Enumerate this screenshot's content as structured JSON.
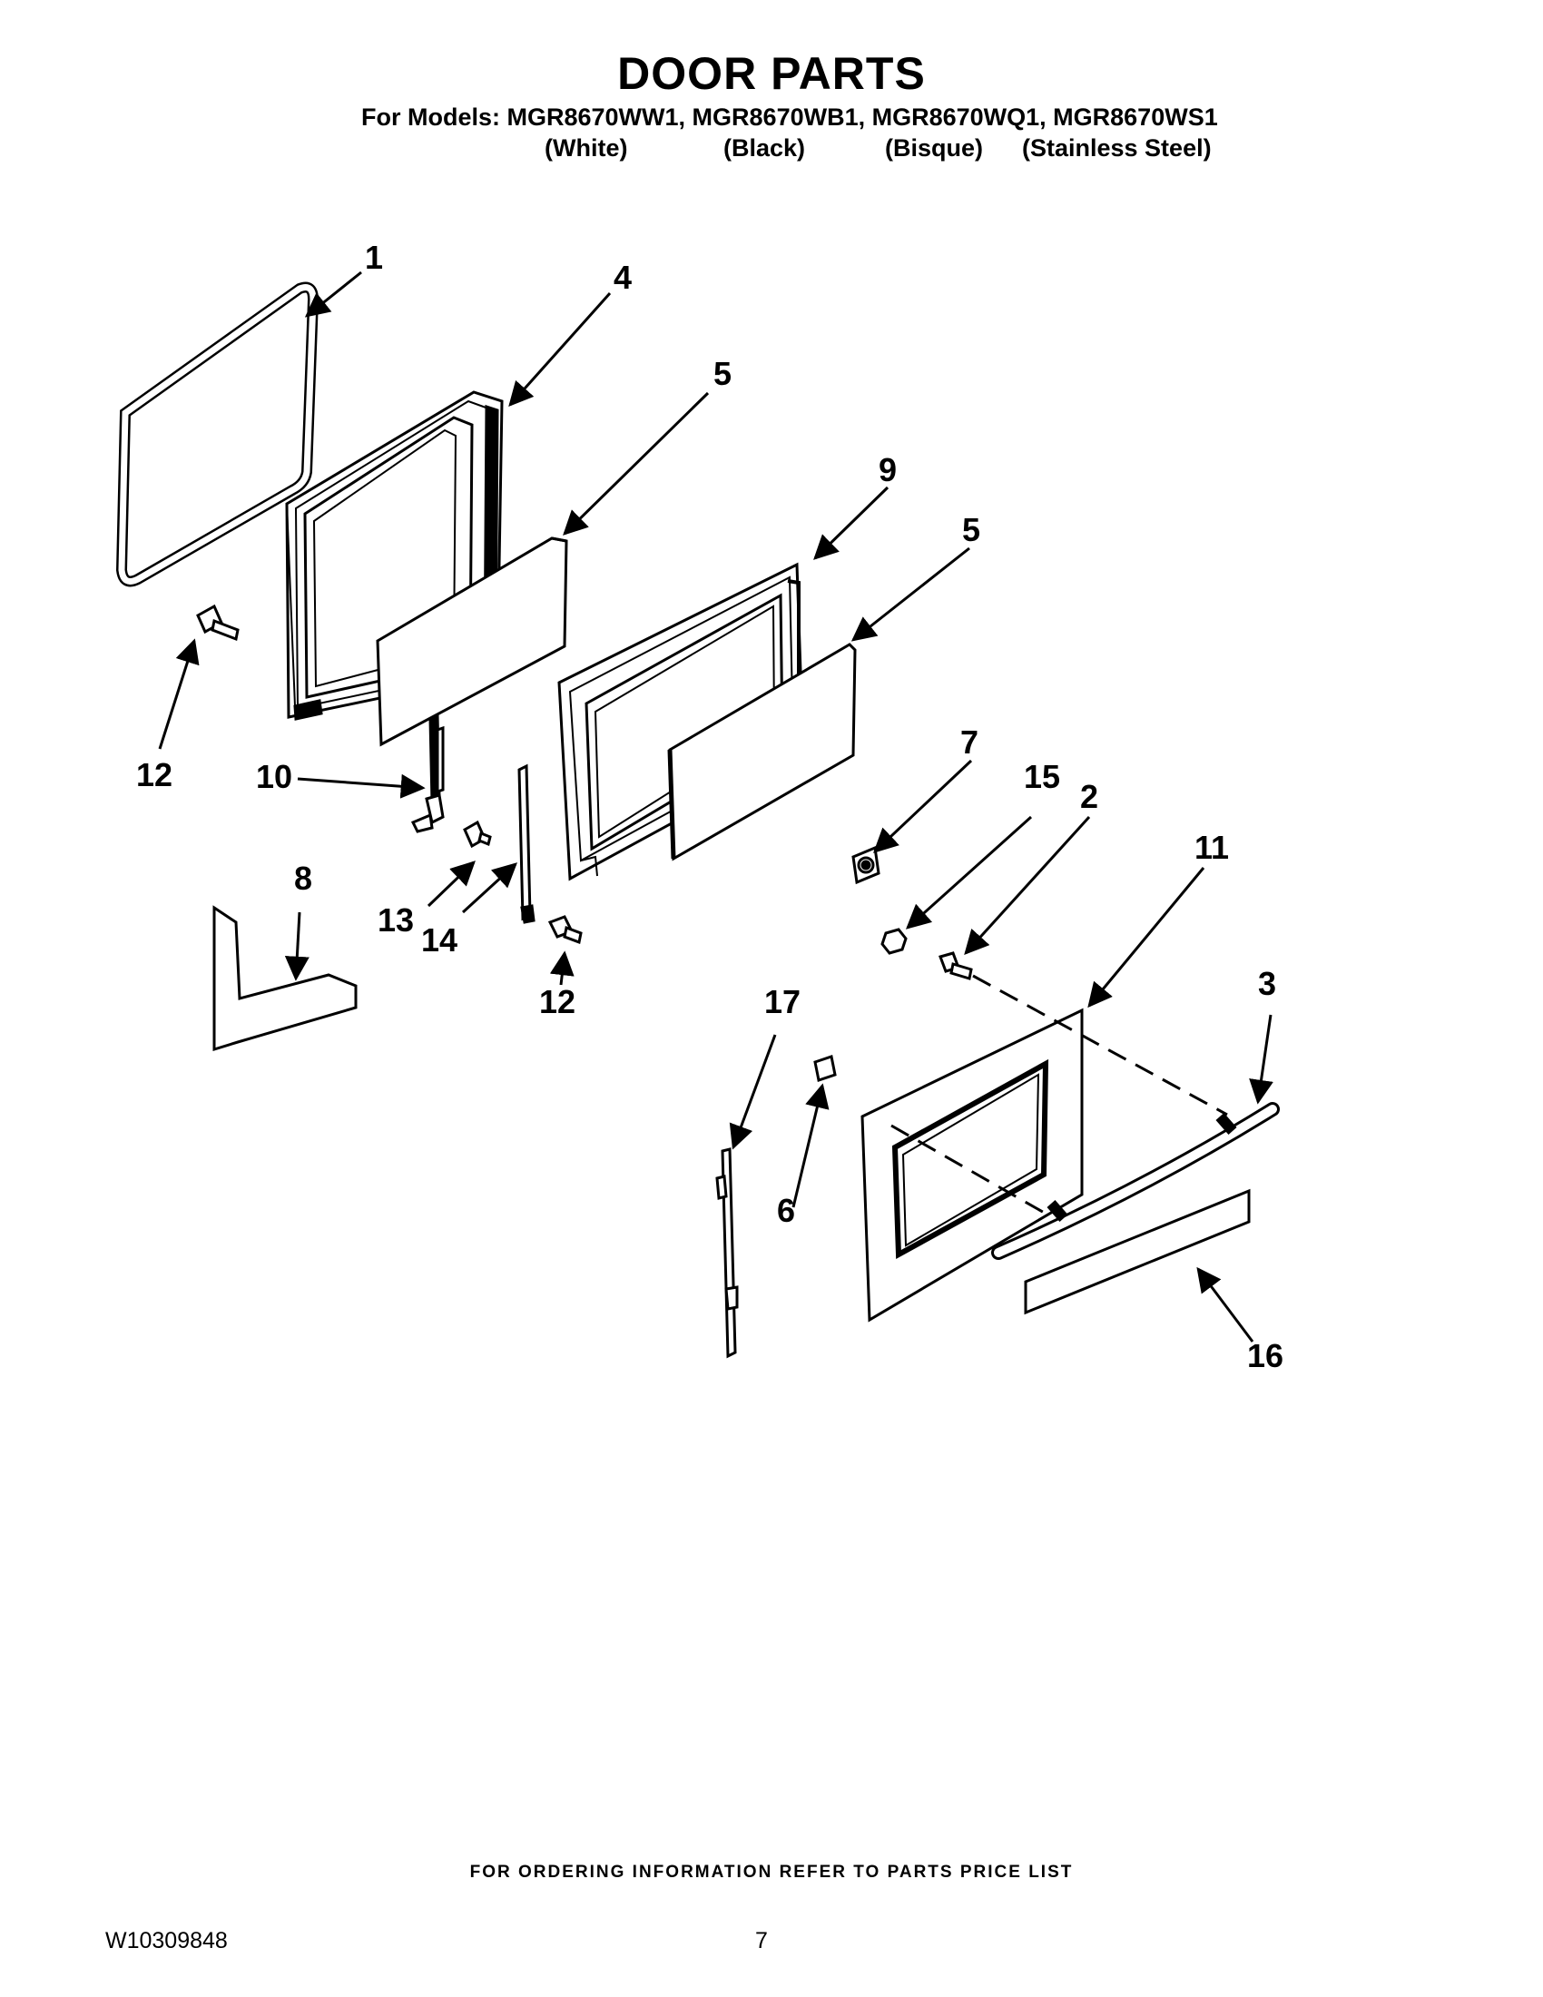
{
  "header": {
    "title": "DOOR PARTS",
    "subtitle": "For Models: MGR8670WW1, MGR8670WB1, MGR8670WQ1, MGR8670WS1",
    "colors": [
      "(White)",
      "(Black)",
      "(Bisque)",
      "(Stainless Steel)"
    ]
  },
  "callouts": {
    "c1": "1",
    "c4": "4",
    "c5a": "5",
    "c9": "9",
    "c5b": "5",
    "c12a": "12",
    "c10": "10",
    "c8": "8",
    "c13": "13",
    "c14": "14",
    "c12b": "12",
    "c7": "7",
    "c15": "15",
    "c2": "2",
    "c11": "11",
    "c3": "3",
    "c17": "17",
    "c6": "6",
    "c16": "16"
  },
  "footer": {
    "note": "FOR ORDERING INFORMATION REFER TO PARTS PRICE LIST",
    "doc_number": "W10309848",
    "page_number": "7"
  }
}
